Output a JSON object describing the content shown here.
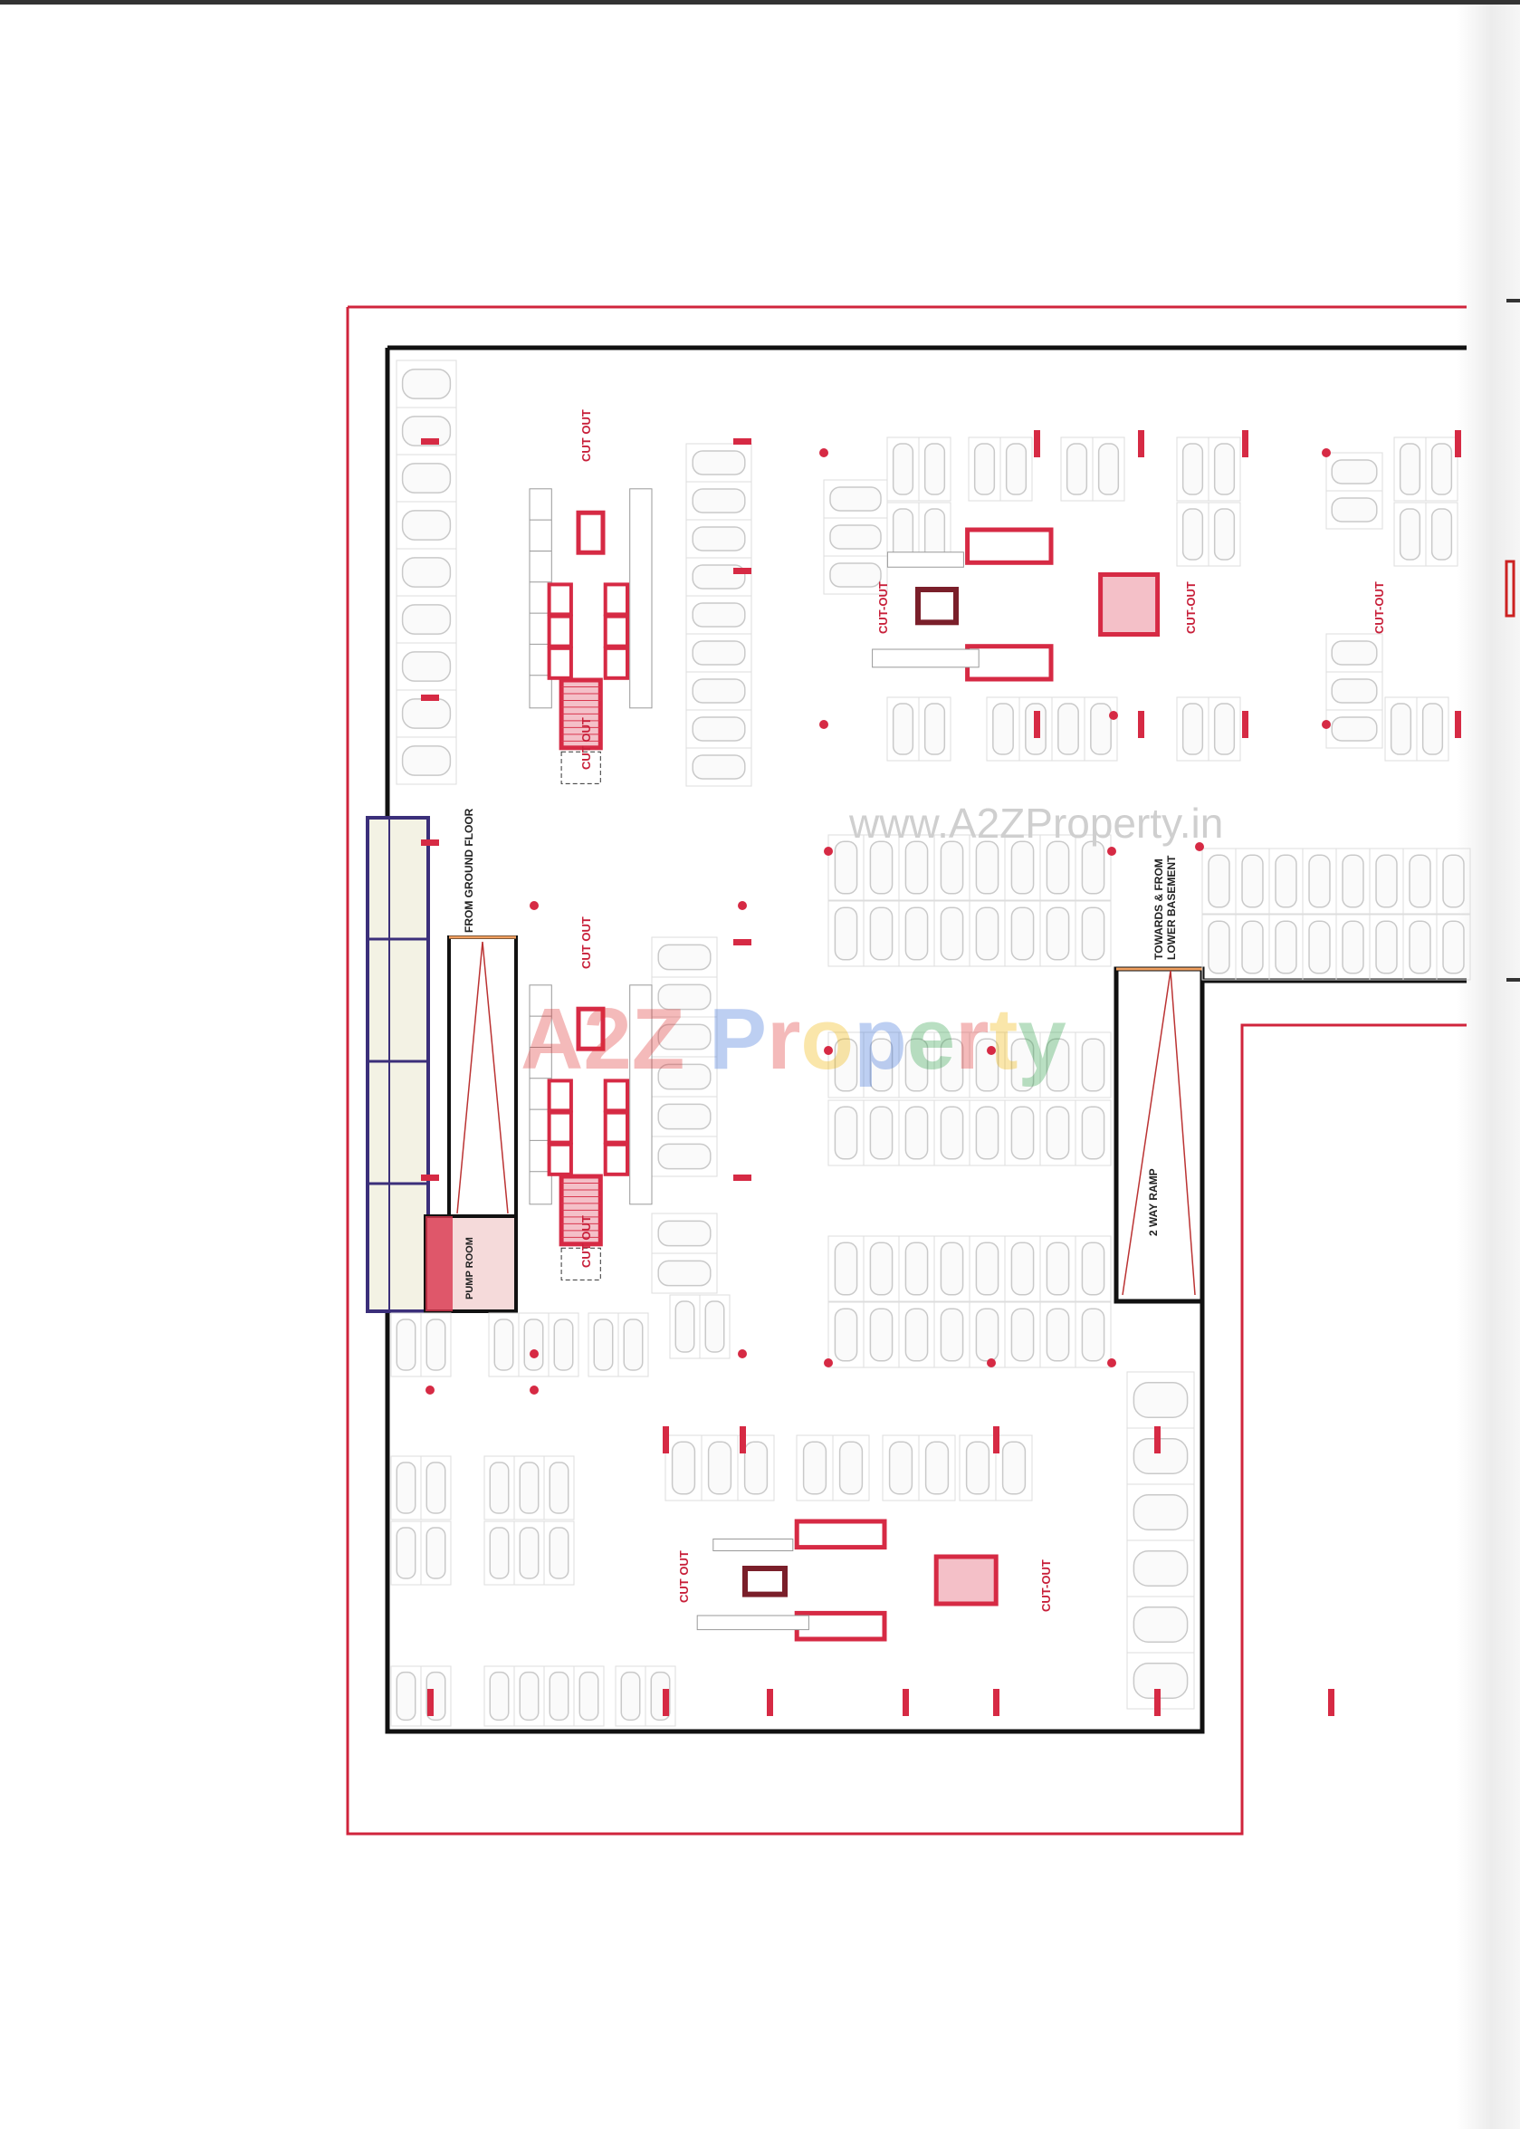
{
  "plan": {
    "labels": {
      "from_ground_floor": "FROM GROUND FLOOR",
      "pump_room": "PUMP ROOM",
      "towards_line1": "TOWARDS & FROM",
      "towards_line2": "LOWER BASEMENT",
      "two_way_ramp": "2 WAY RAMP",
      "cut_out": "CUT OUT",
      "cut_out_hyphen": "CUT-OUT"
    },
    "watermark": {
      "url": "www.A2ZProperty.in",
      "logo": "A2Z Property"
    },
    "colors": {
      "boundary": "#d0243c",
      "wall": "#111111",
      "column": "#d62a44",
      "car": "#c9c9c9",
      "strip": "#3b2f7a"
    }
  }
}
